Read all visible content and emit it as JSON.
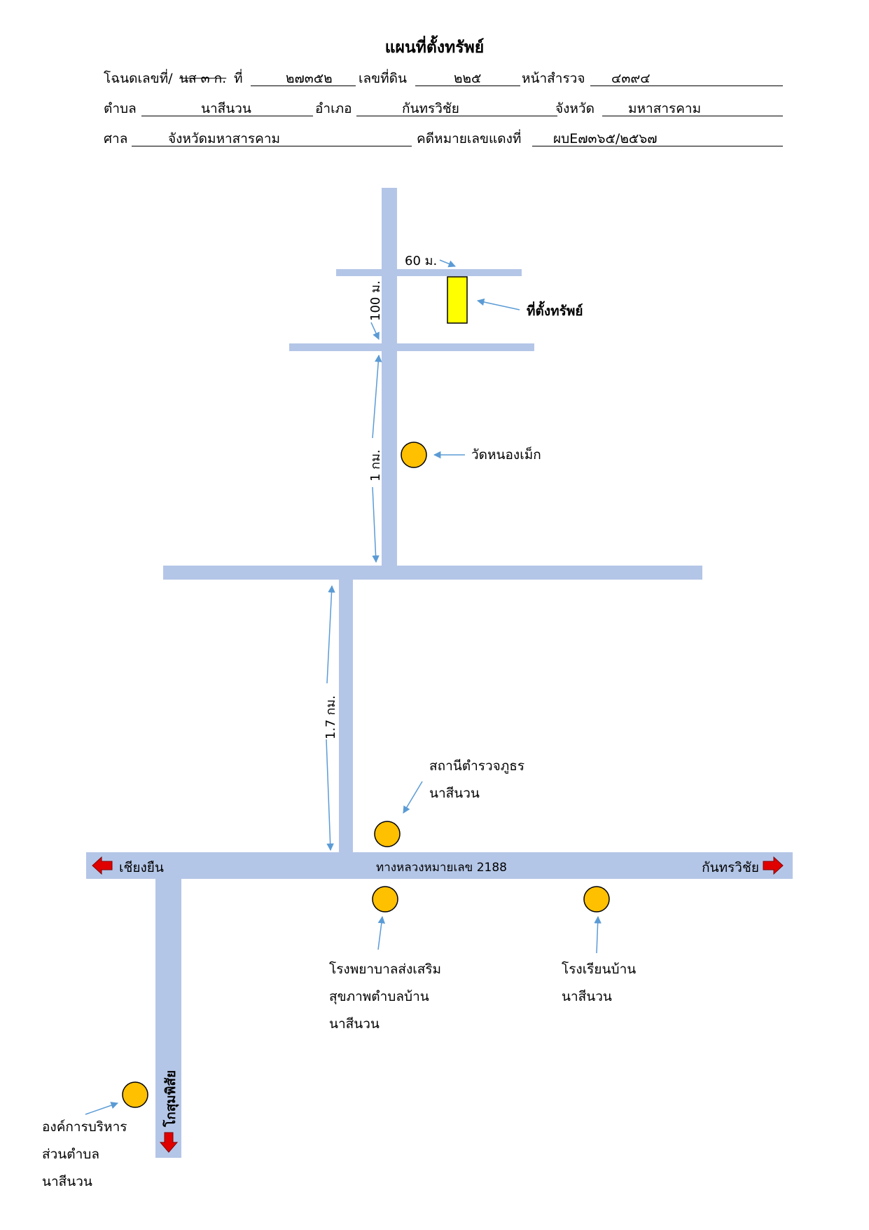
{
  "header": {
    "title": "แผนที่ตั้งทรัพย์",
    "deed_label": "โฉนดเลขที่/",
    "deed_struck": "นส ๓ ก.",
    "deed_no_label": " ที่",
    "deed_no": "๒๗๓๕๒",
    "land_no_label": "เลขที่ดิน",
    "land_no": "๒๒๕",
    "survey_page_label": "หน้าสำรวจ",
    "survey_page": "๔๓๙๔",
    "subdistrict_label": "ตำบล",
    "subdistrict": "นาสีนวน",
    "district_label": "อำเภอ",
    "district": "กันทรวิชัย",
    "province_label": "จังหวัด",
    "province": "มหาสารคาม",
    "court_label": "ศาล",
    "court": "จังหวัดมหาสารคาม",
    "case_label": "คดีหมายเลขแดงที่",
    "case_no": "ผบE๗๓๖๕/๒๕๖๗"
  },
  "map": {
    "colors": {
      "road": "#b4c6e7",
      "marker": "#ffc000",
      "property": "#ffff00",
      "arrow": "#5b9bd5",
      "direction_arrow": "#e00000"
    },
    "property_label": "ที่ตั้งทรัพย์",
    "distance_60": "60 ม.",
    "distance_100": "100 ม.",
    "distance_1km": "1 กม.",
    "distance_1_7km": "1.7 กม.",
    "temple_label": "วัดหนองเม็ก",
    "police_label_1": "สถานีตำรวจภูธร",
    "police_label_2": "นาสีนวน",
    "highway_label": "ทางหลวงหมายเลข 2188",
    "west_label": "เชียงยืน",
    "east_label": "กันทรวิชัย",
    "south_label": "โกสุมพิสัย",
    "hospital_label_1": "โรงพยาบาลส่งเสริม",
    "hospital_label_2": "สุขภาพตำบลบ้าน",
    "hospital_label_3": "นาสีนวน",
    "school_label_1": "โรงเรียนบ้าน",
    "school_label_2": "นาสีนวน",
    "sao_label_1": "องค์การบริหาร",
    "sao_label_2": "ส่วนตำบล",
    "sao_label_3": "นาสีนวน",
    "arrow_icon": "arrow-icon",
    "direction_icon": "red-direction-arrow-icon"
  }
}
